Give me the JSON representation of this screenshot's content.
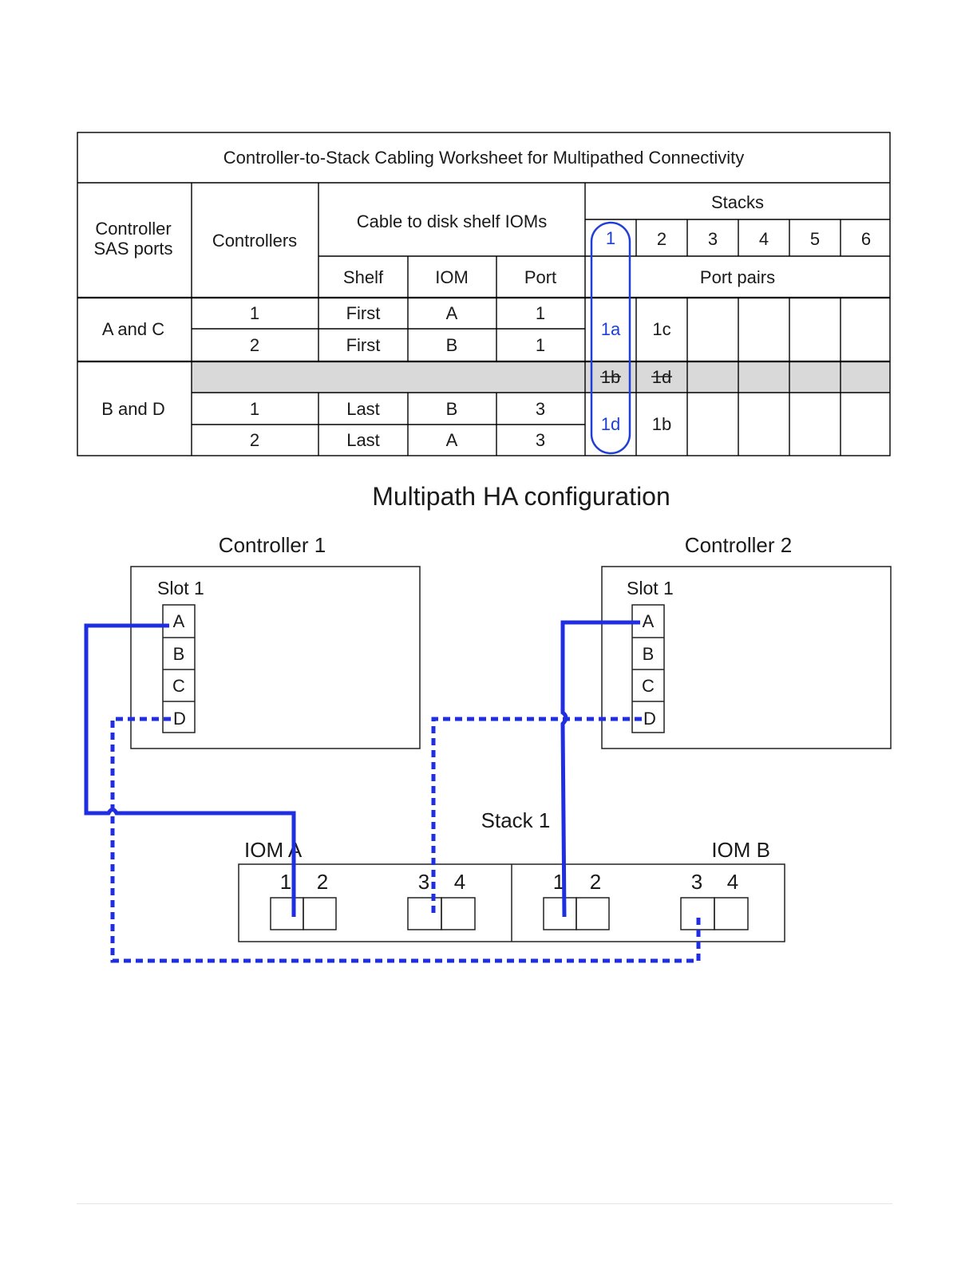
{
  "table": {
    "title": "Controller-to-Stack Cabling Worksheet for Multipathed Connectivity",
    "col_controller_sas_ports": [
      "Controller",
      "SAS ports"
    ],
    "col_controllers": "Controllers",
    "col_cable_group": "Cable to disk shelf IOMs",
    "col_shelf": "Shelf",
    "col_iom": "IOM",
    "col_port": "Port",
    "col_stacks": "Stacks",
    "stack_numbers": [
      "1",
      "2",
      "3",
      "4",
      "5",
      "6"
    ],
    "col_port_pairs": "Port pairs",
    "group_a": {
      "label": "A and C",
      "rows": [
        {
          "controller": "1",
          "shelf": "First",
          "iom": "A",
          "port": "1"
        },
        {
          "controller": "2",
          "shelf": "First",
          "iom": "B",
          "port": "1"
        }
      ],
      "pairs": [
        "1a",
        "1c"
      ]
    },
    "strike_pairs": [
      "1b",
      "1d"
    ],
    "group_b": {
      "label": "B and D",
      "rows": [
        {
          "controller": "1",
          "shelf": "Last",
          "iom": "B",
          "port": "3"
        },
        {
          "controller": "2",
          "shelf": "Last",
          "iom": "A",
          "port": "3"
        }
      ],
      "pairs": [
        "1d",
        "1b"
      ]
    }
  },
  "diagram": {
    "title": "Multipath HA configuration",
    "controller1": {
      "title": "Controller 1",
      "slot": "Slot 1",
      "ports": [
        "A",
        "B",
        "C",
        "D"
      ]
    },
    "controller2": {
      "title": "Controller 2",
      "slot": "Slot 1",
      "ports": [
        "A",
        "B",
        "C",
        "D"
      ]
    },
    "stack_label": "Stack 1",
    "iom_a": {
      "label": "IOM A",
      "ports": [
        "1",
        "2",
        "3",
        "4"
      ]
    },
    "iom_b": {
      "label": "IOM B",
      "ports": [
        "1",
        "2",
        "3",
        "4"
      ]
    }
  },
  "colors": {
    "cable": "#1f2ee0",
    "highlight_text": "#1f3fd6",
    "gray_row": "#d9d9d9"
  }
}
